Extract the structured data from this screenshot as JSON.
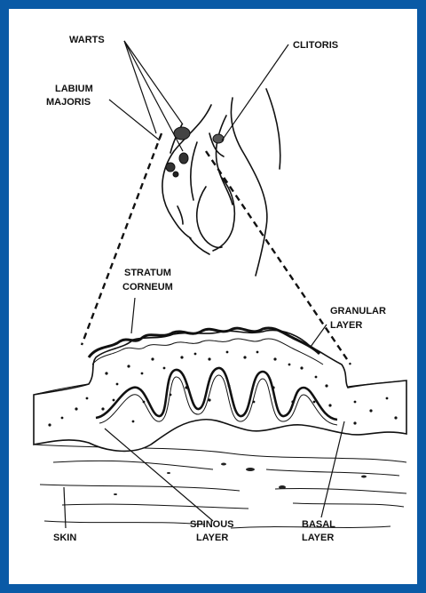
{
  "labels": {
    "warts": "WARTS",
    "clitoris": "CLITORIS",
    "labium_line1": "LABIUM",
    "labium_line2": "MAJORIS",
    "stratum_line1": "STRATUM",
    "stratum_line2": "CORNEUM",
    "granular_line1": "GRANULAR",
    "granular_line2": "LAYER",
    "skin": "SKIN",
    "spinous_line1": "SPINOUS",
    "spinous_line2": "LAYER",
    "basal_line1": "BASAL",
    "basal_line2": "LAYER"
  },
  "colors": {
    "frame": "#0a5aa6",
    "ink": "#111111",
    "paper": "#ffffff"
  }
}
